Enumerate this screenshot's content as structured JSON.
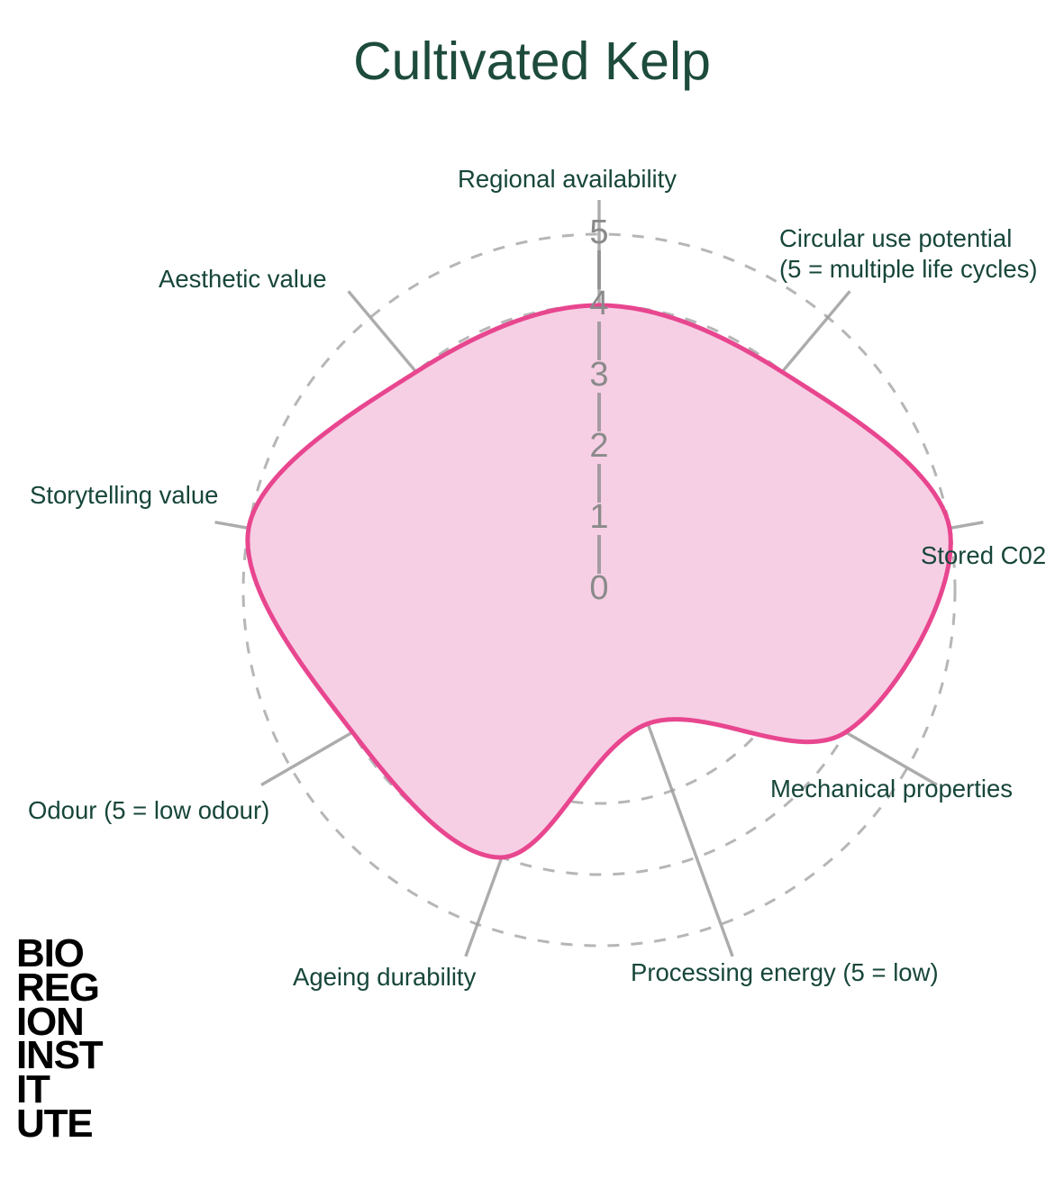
{
  "title": "Cultivated Kelp",
  "logo": {
    "lines": [
      "BIO",
      "REG",
      "ION",
      "INST",
      "IT",
      "UTE"
    ]
  },
  "axis_labels": {
    "regional_availability": "Regional availability",
    "circular_use_potential": "Circular use potential\n(5 = multiple life cycles)",
    "stored_co2": "Stored C02",
    "mechanical_properties": "Mechanical properties",
    "processing_energy": "Processing energy (5 = low)",
    "ageing_durability": "Ageing durability",
    "odour": "Odour (5 = low odour)",
    "storytelling_value": "Storytelling value",
    "aesthetic_value": "Aesthetic value"
  },
  "ticks": [
    "0",
    "1",
    "2",
    "3",
    "4",
    "5"
  ],
  "colors": {
    "title": "#1d4b3c",
    "label": "#17463a",
    "series_stroke": "#e8468f",
    "series_fill": "#f6cfe4",
    "grid": "#9a9a9a",
    "spoke": "#9e9e9e",
    "tick_text": "#8a8a8a",
    "logo": "#000000"
  },
  "chart_data": {
    "type": "radar",
    "title": "Cultivated Kelp",
    "categories": [
      "Regional availability",
      "Circular use potential (5 = multiple life cycles)",
      "Stored C02",
      "Mechanical properties",
      "Processing energy (5 = low)",
      "Ageing durability",
      "Odour (5 = low odour)",
      "Storytelling value",
      "Aesthetic value"
    ],
    "series": [
      {
        "name": "Cultivated Kelp",
        "values": [
          4,
          4,
          5,
          4,
          2,
          4,
          4,
          5,
          4
        ]
      }
    ],
    "rlim": [
      0,
      5
    ],
    "tick_values": [
      0,
      1,
      2,
      3,
      4,
      5
    ],
    "tick_labels": [
      "0",
      "1",
      "2",
      "3",
      "4",
      "5"
    ],
    "grid": true,
    "grid_style": "dashed-circles",
    "legend": "none",
    "fill_color": "#f6cfe4",
    "line_color": "#e8468f",
    "start_angle_deg": 90,
    "direction": "clockwise",
    "smoothing": "cardinal-spline"
  }
}
